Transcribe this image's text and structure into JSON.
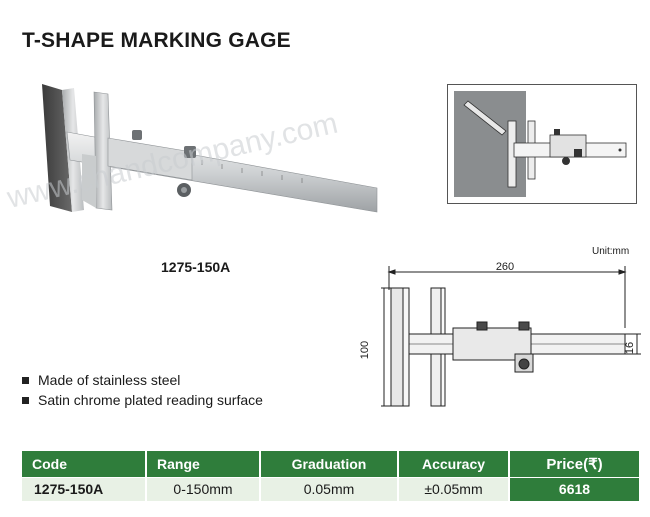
{
  "title": "T-SHAPE MARKING GAGE",
  "model": "1275-150A",
  "unit": "Unit:mm",
  "drawing": {
    "length_label": "260",
    "height_label": "100",
    "width_label": "16"
  },
  "watermark": "www.chandcompany.com",
  "features": [
    "Made of stainless steel",
    "Satin chrome plated reading surface"
  ],
  "table": {
    "headers": {
      "code": "Code",
      "range": "Range",
      "graduation": "Graduation",
      "accuracy": "Accuracy",
      "price": "Price(",
      "price_symbol": "₹",
      "price_close": ")"
    },
    "rows": [
      {
        "code": "1275-150A",
        "range": "0-150mm",
        "graduation": "0.05mm",
        "accuracy": "±0.05mm",
        "price": "6618"
      }
    ]
  }
}
